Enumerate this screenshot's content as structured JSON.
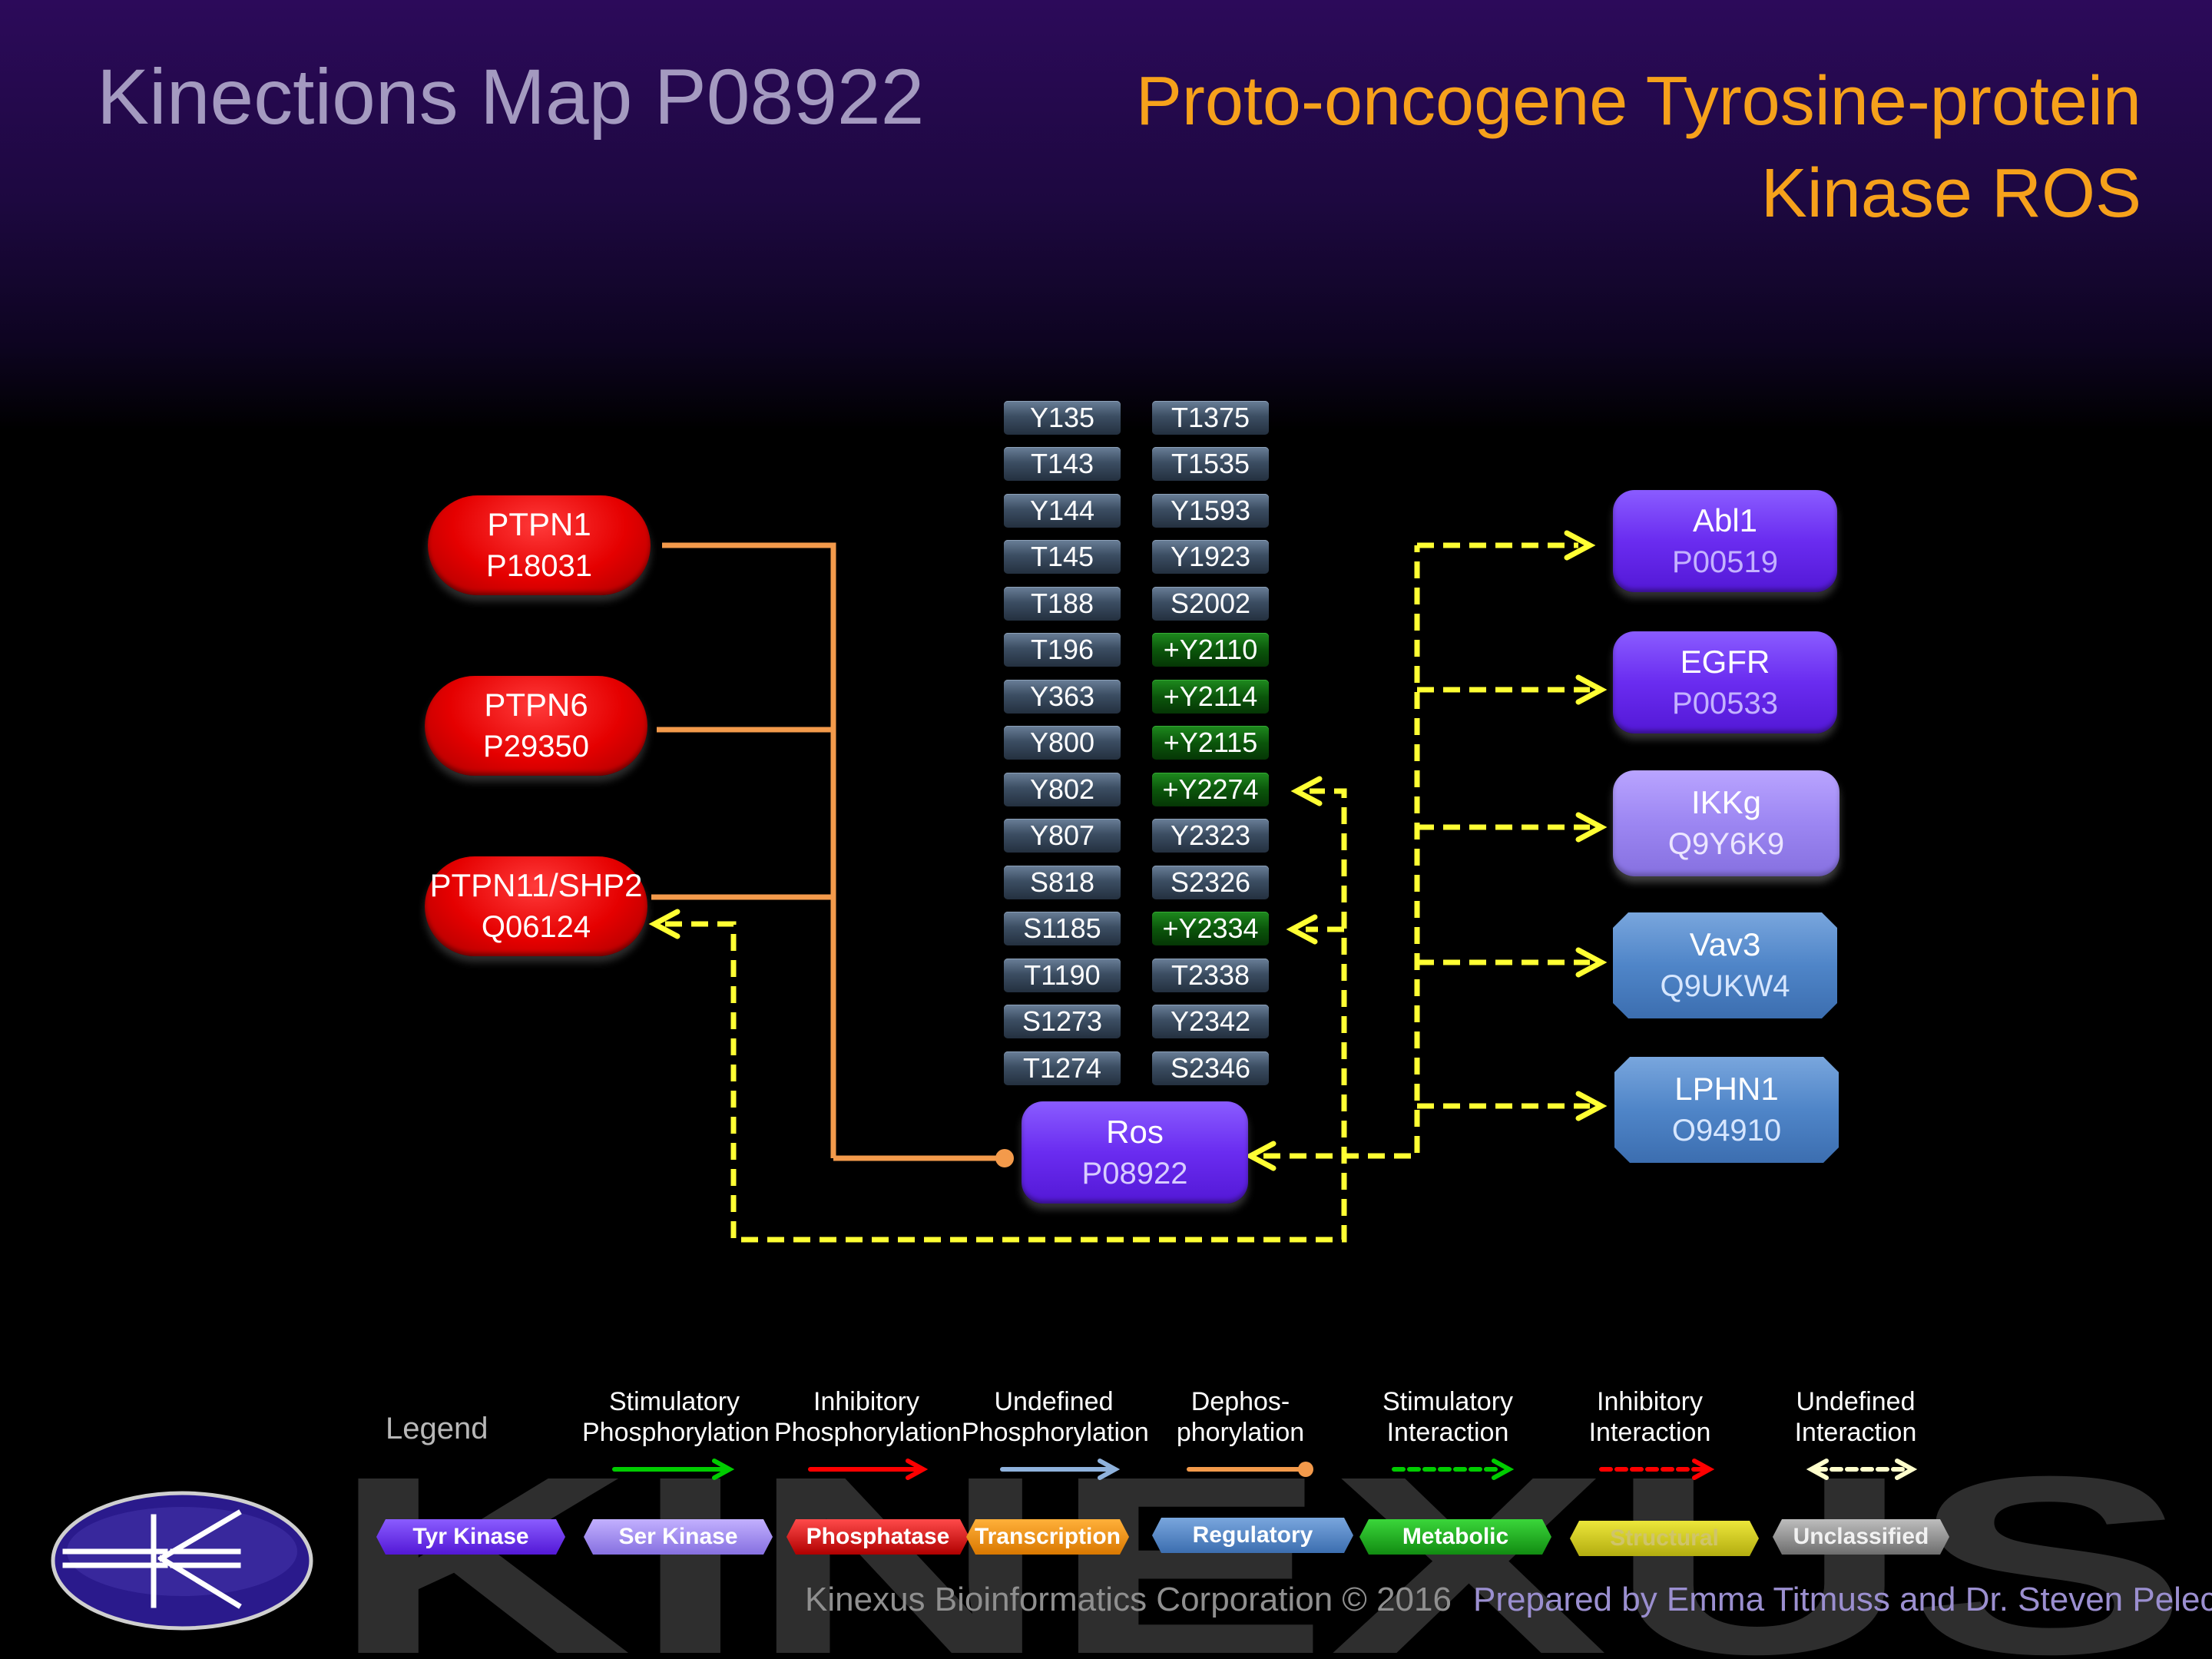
{
  "header": {
    "title_left": "Kinections Map P08922",
    "title_right_line1": "Proto-oncogene Tyrosine-protein",
    "title_right_line2": "Kinase ROS"
  },
  "sites_left": [
    "Y135",
    "T143",
    "Y144",
    "T145",
    "T188",
    "T196",
    "Y363",
    "Y800",
    "Y802",
    "Y807",
    "S818",
    "S1185",
    "T1190",
    "S1273",
    "T1274"
  ],
  "sites_right": [
    "T1375",
    "T1535",
    "Y1593",
    "Y1923",
    "S2002",
    "+Y2110",
    "+Y2114",
    "+Y2115",
    "+Y2274",
    "Y2323",
    "S2326",
    "+Y2334",
    "T2338",
    "Y2342",
    "S2346"
  ],
  "stimulatory_sites": [
    "+Y2110",
    "+Y2114",
    "+Y2115",
    "+Y2274",
    "+Y2334"
  ],
  "nodes": {
    "ptpn1": {
      "name": "PTPN1",
      "id": "P18031",
      "type": "Phosphatase"
    },
    "ptpn6": {
      "name": "PTPN6",
      "id": "P29350",
      "type": "Phosphatase"
    },
    "ptpn11": {
      "name": "PTPN11/SHP2",
      "id": "Q06124",
      "type": "Phosphatase"
    },
    "ros": {
      "name": "Ros",
      "id": "P08922",
      "type": "Tyr Kinase"
    },
    "abl1": {
      "name": "Abl1",
      "id": "P00519",
      "type": "Tyr Kinase"
    },
    "egfr": {
      "name": "EGFR",
      "id": "P00533",
      "type": "Tyr Kinase"
    },
    "ikkg": {
      "name": "IKKg",
      "id": "Q9Y6K9",
      "type": "Ser Kinase"
    },
    "vav3": {
      "name": "Vav3",
      "id": "Q9UKW4",
      "type": "Regulatory"
    },
    "lphn1": {
      "name": "LPHN1",
      "id": "O94910",
      "type": "Regulatory"
    }
  },
  "edges": [
    {
      "from": "PTPN1",
      "to": "Ros",
      "type": "Dephosphorylation"
    },
    {
      "from": "PTPN6",
      "to": "Ros",
      "type": "Dephosphorylation"
    },
    {
      "from": "PTPN11/SHP2",
      "to": "Ros",
      "type": "Dephosphorylation"
    },
    {
      "from": "PTPN11/SHP2",
      "to": "+Y2274",
      "type": "Undefined Interaction"
    },
    {
      "from": "PTPN11/SHP2",
      "to": "+Y2334",
      "type": "Undefined Interaction"
    },
    {
      "from": "Ros",
      "to": "Abl1",
      "type": "Undefined Interaction"
    },
    {
      "from": "Ros",
      "to": "EGFR",
      "type": "Undefined Interaction"
    },
    {
      "from": "Ros",
      "to": "IKKg",
      "type": "Undefined Interaction"
    },
    {
      "from": "Ros",
      "to": "Vav3",
      "type": "Undefined Interaction"
    },
    {
      "from": "Ros",
      "to": "LPHN1",
      "type": "Undefined Interaction"
    }
  ],
  "colors": {
    "dephosphorylation": "#f39a4b",
    "undefined_interaction": "#ffff33",
    "title_right": "#f6a11b"
  },
  "legend": {
    "title": "Legend",
    "arrows": [
      {
        "line1": "Stimulatory",
        "line2": "Phosphorylation",
        "color": "#00cc00"
      },
      {
        "line1": "Inhibitory",
        "line2": "Phosphorylation",
        "color": "#ff0000"
      },
      {
        "line1": "Undefined",
        "line2": "Phosphorylation",
        "color": "#8fb2dc"
      },
      {
        "line1": "Dephos-",
        "line2": "phorylation",
        "color": "#f39a4b"
      },
      {
        "line1": "Stimulatory",
        "line2": "Interaction",
        "color": "#00cc00"
      },
      {
        "line1": "Inhibitory",
        "line2": "Interaction",
        "color": "#ff0000"
      },
      {
        "line1": "Undefined",
        "line2": "Interaction",
        "color": "#ffffff"
      }
    ],
    "types": [
      {
        "label": "Tyr Kinase",
        "color": "#6a2cf0"
      },
      {
        "label": "Ser Kinase",
        "color": "#9c86f2"
      },
      {
        "label": "Phosphatase",
        "color": "#e50000"
      },
      {
        "label": "Transcription",
        "color": "#f39a1b"
      },
      {
        "label": "Regulatory",
        "color": "#4f85c8"
      },
      {
        "label": "Metabolic",
        "color": "#22b922"
      },
      {
        "label": "Structural",
        "color": "#d6d21a"
      },
      {
        "label": "Unclassified",
        "color": "#9a9a9a"
      }
    ]
  },
  "footer": {
    "watermark": "KINEXUS",
    "copyright": "Kinexus Bioinformatics Corporation © 2016",
    "prepared": "Prepared by Emma Titmuss and Dr. Steven Pelech"
  }
}
